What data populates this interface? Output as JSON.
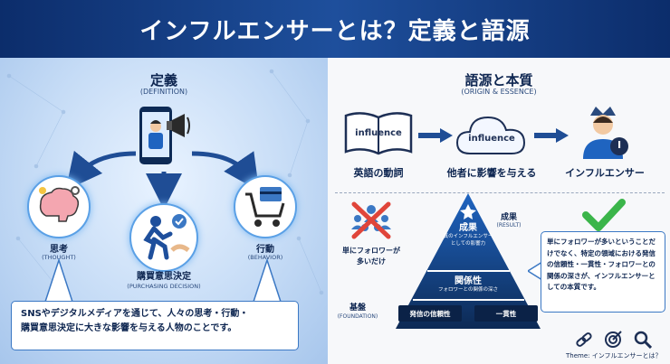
{
  "header": {
    "title": "インフルエンサーとは？定義と語源"
  },
  "definition": {
    "title": "定義",
    "subtitle": "(DEFINITION)",
    "nodes": [
      {
        "label": "思考",
        "sub": "(THOUGHT)"
      },
      {
        "label": "購買意思決定",
        "sub": "(PURCHASING DECISION)"
      },
      {
        "label": "行動",
        "sub": "(BEHAVIOR)"
      }
    ],
    "description_line1": "SNSやデジタルメディアを通じて、人々の思考・行動・",
    "description_line2": "購買意思決定に大きな影響を与える人物のことです。"
  },
  "origin": {
    "title": "語源と本質",
    "subtitle": "(ORIGIN & ESSENCE)",
    "book_word": "influence",
    "cloud_word": "influence",
    "person_badge": "I",
    "steps": [
      "英語の動詞",
      "他者に影響を与える",
      "インフルエンサー"
    ],
    "not_just": "単にフォロワーが\n多いだけ",
    "pyramid": {
      "result_label": "成果",
      "result_sub": "(RESULT)",
      "top_title": "成果",
      "top_desc_line1": "真のインフルエンサー",
      "top_desc_line2": "としての影響力",
      "middle_title": "関係性",
      "middle_desc": "フォロワーとの関係の深さ",
      "base_left": "発信の信頼性",
      "base_right": "一貫性",
      "foundation_label": "基盤",
      "foundation_sub": "(FOUNDATION)"
    },
    "essence_text": "単にフォロワーが多いということだけでなく、特定の領域における発信の信頼性・一貫性・フォロワーとの関係の深さが、インフルエンサーとしての本質です。"
  },
  "footer": {
    "theme": "Theme: インフルエンサーとは？"
  },
  "colors": {
    "navy": "#0c2d6b",
    "accent": "#3b78c4",
    "green": "#3bb54a",
    "red": "#e0453a"
  }
}
